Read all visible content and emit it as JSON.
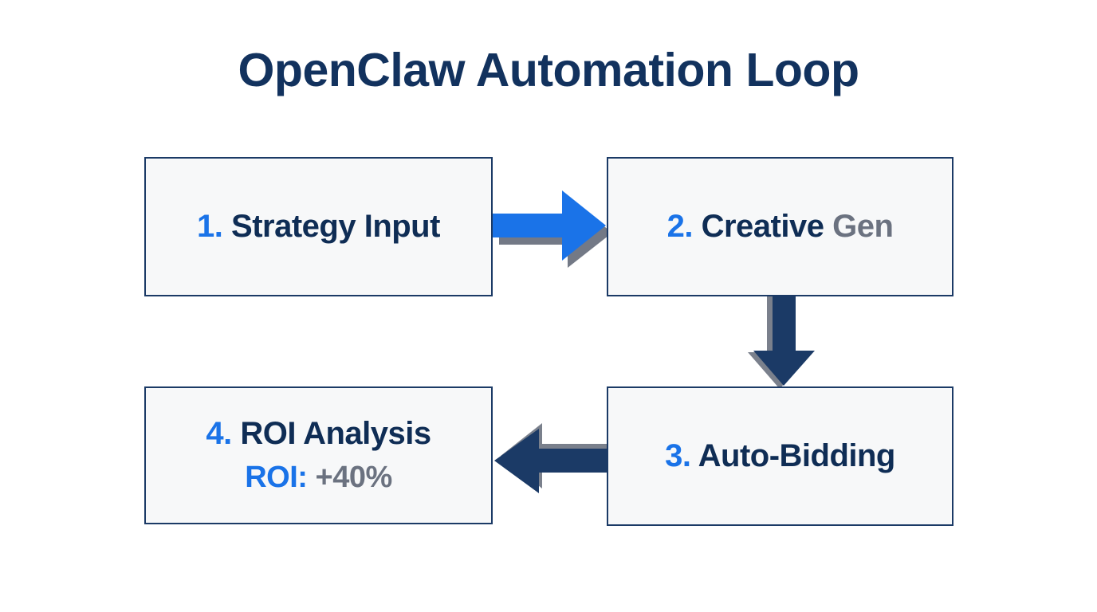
{
  "page": {
    "title": "OpenClaw Automation Loop",
    "background_color": "#ffffff"
  },
  "colors": {
    "title": "#12325e",
    "node_border": "#1b3a66",
    "node_fill": "#f7f8f9",
    "accent_blue": "#1a73e8",
    "dark_navy": "#0f2d55",
    "muted_gray": "#6b7280",
    "arrow_blue": "#1a73e8",
    "arrow_navy": "#1b3a66",
    "arrow_shadow_gray": "#6b7280"
  },
  "diagram": {
    "type": "flowchart-loop",
    "nodes": [
      {
        "id": "node-1",
        "number": "1.",
        "label": "Strategy Input",
        "label_color_role": "dark_navy"
      },
      {
        "id": "node-2",
        "number": "2.",
        "label": "Creative",
        "label_suffix": "Gen",
        "label_color_role": "dark_navy",
        "suffix_color_role": "muted_gray"
      },
      {
        "id": "node-3",
        "number": "3.",
        "label": "Auto-Bidding",
        "label_color_role": "dark_navy"
      },
      {
        "id": "node-4",
        "number": "4.",
        "label": "ROI Analysis",
        "label_color_role": "dark_navy",
        "metric_label": "ROI:",
        "metric_value": "+40%"
      }
    ],
    "arrows": [
      {
        "id": "arrow-1-2",
        "from": "node-1",
        "to": "node-2",
        "direction": "right",
        "color_role": "arrow_blue"
      },
      {
        "id": "arrow-2-3",
        "from": "node-2",
        "to": "node-3",
        "direction": "down",
        "color_role": "arrow_navy"
      },
      {
        "id": "arrow-3-4",
        "from": "node-3",
        "to": "node-4",
        "direction": "left",
        "color_role": "arrow_navy"
      }
    ]
  }
}
